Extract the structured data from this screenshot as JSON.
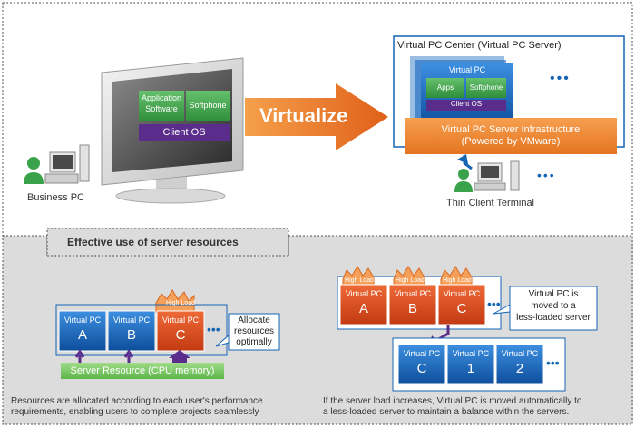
{
  "top": {
    "business_pc": "Business PC",
    "app_software": [
      "Application",
      "Software"
    ],
    "softphone": "Softphone",
    "client_os": "Client OS",
    "virtualize": "Virtualize",
    "vpc_center": "Virtual PC Center (Virtual PC Server)",
    "virtual_pc": "Virtual PC",
    "apps": "Apps",
    "softphone_small": "Softphone",
    "client_os_small": "Client OS",
    "infra": [
      "Virtual PC Server Infrastructure",
      "(Powered by VMware)"
    ],
    "ellipsis": "•••",
    "thin_client": "Thin Client Terminal"
  },
  "bottom": {
    "section_title": "Effective use of server resources",
    "left": {
      "vpcs": [
        {
          "label": "Virtual PC",
          "letter": "A"
        },
        {
          "label": "Virtual PC",
          "letter": "B"
        },
        {
          "label": "Virtual PC",
          "letter": "C"
        }
      ],
      "high_load": "High Load",
      "allocate": [
        "Allocate",
        "resources",
        "optimally"
      ],
      "server_resource": "Server Resource (CPU memory)",
      "caption": [
        "Resources are allocated according to each user's performance",
        "requirements, enabling users to complete projects seamlessly"
      ]
    },
    "right": {
      "high_load": "High Load",
      "top_vpcs": [
        {
          "label": "Virtual PC",
          "letter": "A"
        },
        {
          "label": "Virtual PC",
          "letter": "B"
        },
        {
          "label": "Virtual PC",
          "letter": "C"
        }
      ],
      "moved": [
        "Virtual PC is",
        "moved to a",
        "less-loaded server"
      ],
      "bottom_vpcs": [
        {
          "label": "Virtual PC",
          "letter": "C"
        },
        {
          "label": "Virtual PC",
          "letter": "1"
        },
        {
          "label": "Virtual PC",
          "letter": "2"
        }
      ],
      "caption": [
        "If the server load increases, Virtual PC is moved automatically to",
        "a less-loaded server to maintain a balance within the servers."
      ]
    }
  },
  "colors": {
    "green": "#3aa24a",
    "purple": "#5a2d8c",
    "orange": "#e8731c",
    "blue": "#1565b5",
    "red_orange": "#d94a1e",
    "gray_bg": "#dcdcdc"
  }
}
